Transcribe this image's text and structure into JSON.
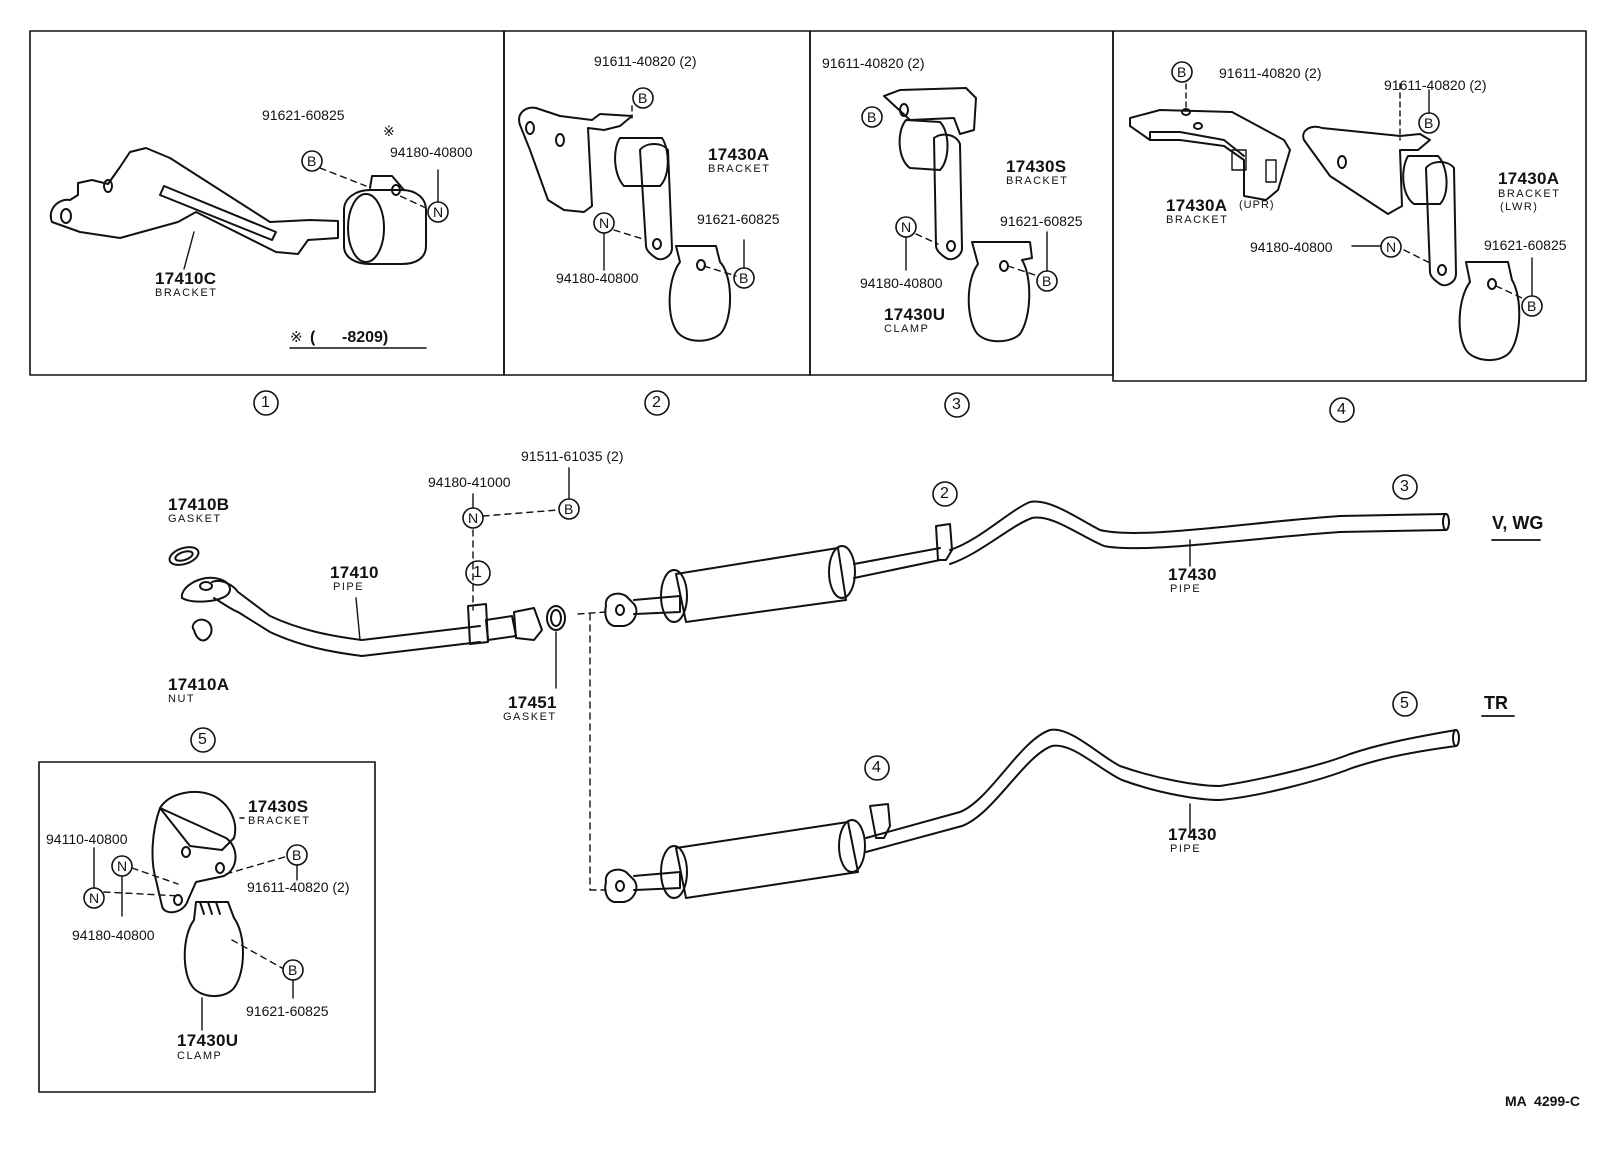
{
  "circles": {
    "B": "B",
    "N": "N"
  },
  "callouts": [
    "1",
    "2",
    "3",
    "4",
    "5"
  ],
  "detail1": {
    "bolt": "91621-60825",
    "nut": "94180-40800",
    "asterisk": "※",
    "bracket_no": "17410C",
    "bracket_name": "BRACKET",
    "note_symbol": "※",
    "note_text": "(      -8209)"
  },
  "detail2": {
    "bolt_top": "91611-40820 (2)",
    "bracket_no": "17430A",
    "bracket_name": "BRACKET",
    "bolt_clamp": "91621-60825",
    "nut": "94180-40800"
  },
  "detail3": {
    "bolt_top": "91611-40820 (2)",
    "bracket_no": "17430S",
    "bracket_name": "BRACKET",
    "bolt_clamp": "91621-60825",
    "nut": "94180-40800",
    "clamp_no": "17430U",
    "clamp_name": "CLAMP"
  },
  "detail4": {
    "bolt_upr": "91611-40820 (2)",
    "bolt_lwr": "91611-40820 (2)",
    "upr_no": "17430A",
    "upr_suffix": "(UPR)",
    "upr_name": "BRACKET",
    "lwr_no": "17430A",
    "lwr_name": "BRACKET",
    "lwr_suffix": "(LWR)",
    "nut": "94180-40800",
    "bolt_clamp": "91621-60825"
  },
  "detail5": {
    "bracket_no": "17430S",
    "bracket_name": "BRACKET",
    "nut_a": "94110-40800",
    "nut_b": "94180-40800",
    "bolt_top": "91611-40820 (2)",
    "bolt_clamp": "91621-60825",
    "clamp_no": "17430U",
    "clamp_name": "CLAMP"
  },
  "main": {
    "gasket_b_no": "17410B",
    "gasket_b_name": "GASKET",
    "pipe_front_no": "17410",
    "pipe_front_name": "PIPE",
    "nut_a_no": "17410A",
    "nut_a_name": "NUT",
    "nut_top": "94180-41000",
    "bolt_top": "91511-61035 (2)",
    "gasket_no": "17451",
    "gasket_name": "GASKET",
    "pipe_v_no": "17430",
    "pipe_v_name": "PIPE",
    "pipe_tr_no": "17430",
    "pipe_tr_name": "PIPE",
    "variant_v": "V, WG",
    "variant_tr": "TR",
    "fig_code": "MA  4299-C"
  }
}
